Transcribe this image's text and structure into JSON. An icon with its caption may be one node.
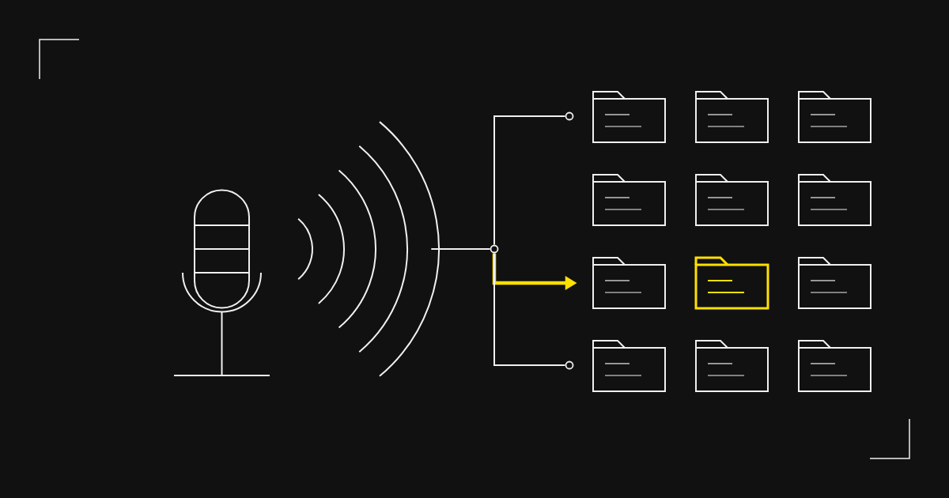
{
  "diagram": {
    "nodes": [
      {
        "text": [],
        "shape": "microphone"
      },
      {
        "text": [],
        "shape": "waves"
      },
      {
        "text": [],
        "shape": "circle"
      },
      {
        "text": [],
        "shape": "circle"
      },
      {
        "text": [],
        "shape": "circle"
      },
      {
        "text": [],
        "shape": "folder"
      },
      {
        "text": [],
        "shape": "folder"
      },
      {
        "text": [],
        "shape": "folder"
      },
      {
        "text": [],
        "shape": "folder"
      },
      {
        "text": [],
        "shape": "folder"
      },
      {
        "text": [],
        "shape": "folder"
      },
      {
        "text": [],
        "shape": "folder"
      },
      {
        "text": [],
        "shape": "folder"
      },
      {
        "text": [],
        "shape": "folder"
      },
      {
        "text": [],
        "shape": "folder"
      },
      {
        "text": [],
        "shape": "folder"
      },
      {
        "text": [],
        "shape": "folder"
      }
    ],
    "edges": [
      {
        "from": 1,
        "to": 2,
        "arrow": "none"
      },
      {
        "from": 2,
        "to": 3,
        "arrow": "none"
      },
      {
        "from": 2,
        "to": 11,
        "arrow": "to",
        "style": "thick",
        "color": "#ffe000"
      },
      {
        "from": 2,
        "to": 4,
        "arrow": "none"
      }
    ]
  }
}
